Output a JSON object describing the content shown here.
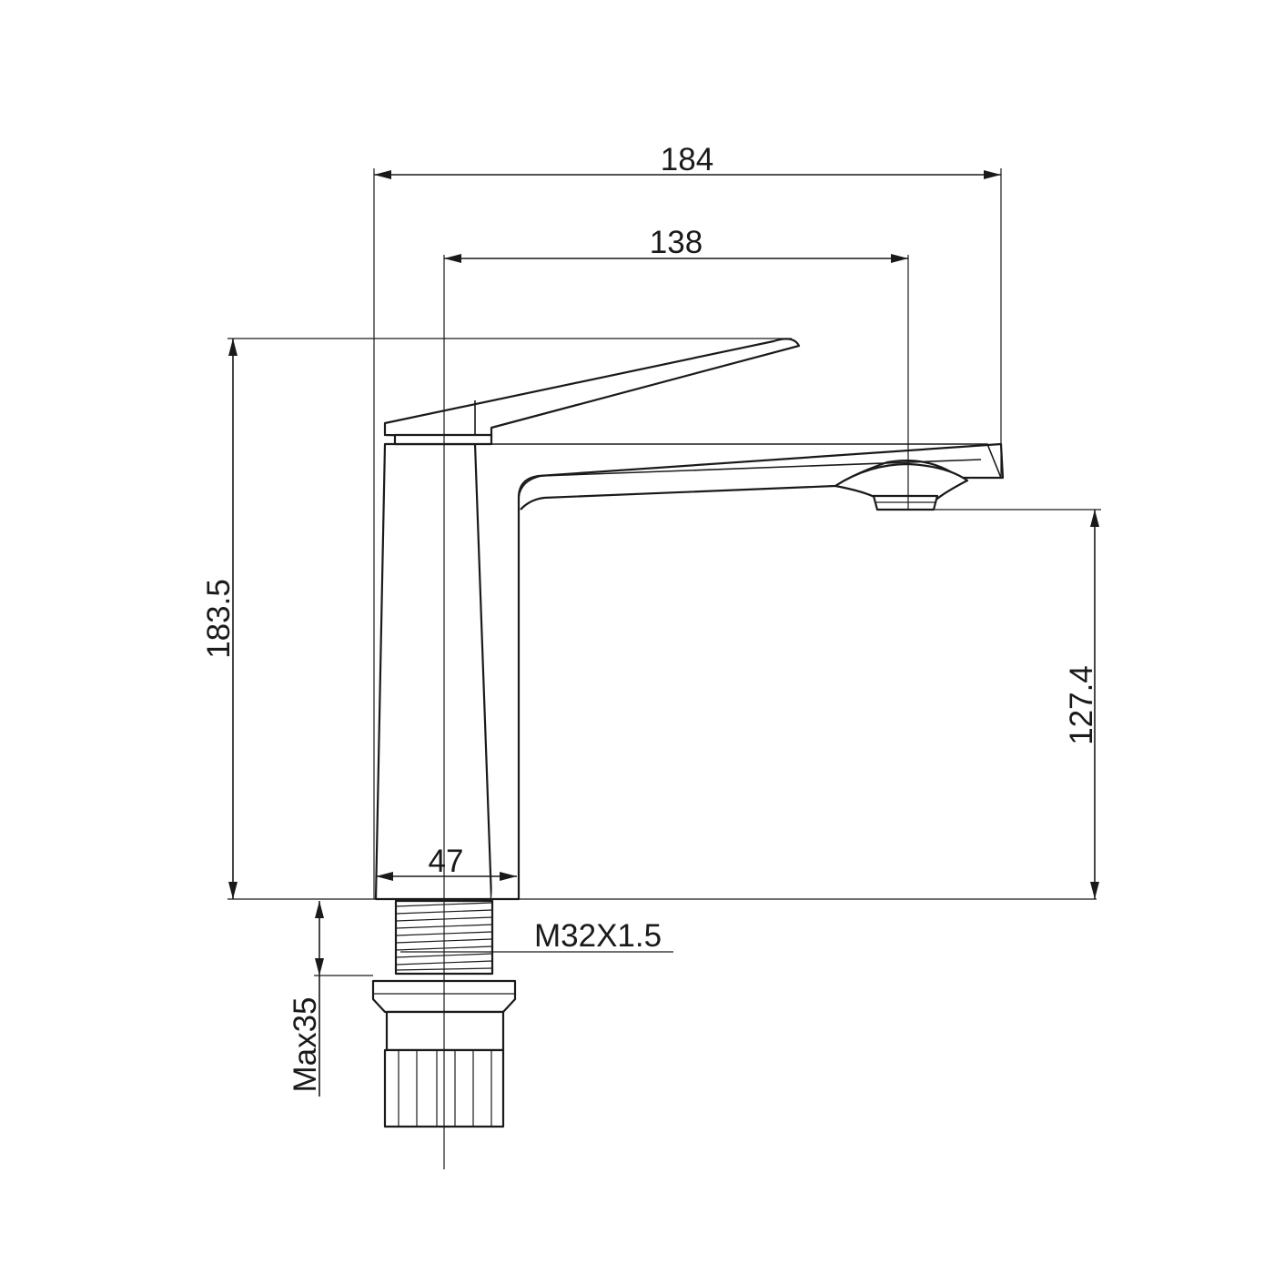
{
  "drawing": {
    "line_color": "#1a1a1a",
    "background": "#ffffff"
  },
  "dimensions": {
    "overall_length": "184",
    "spout_reach": "138",
    "overall_height": "183.5",
    "spout_height": "127.4",
    "base_diameter": "47",
    "thread": "M32X1.5",
    "max_deck_thickness": "Max35"
  }
}
